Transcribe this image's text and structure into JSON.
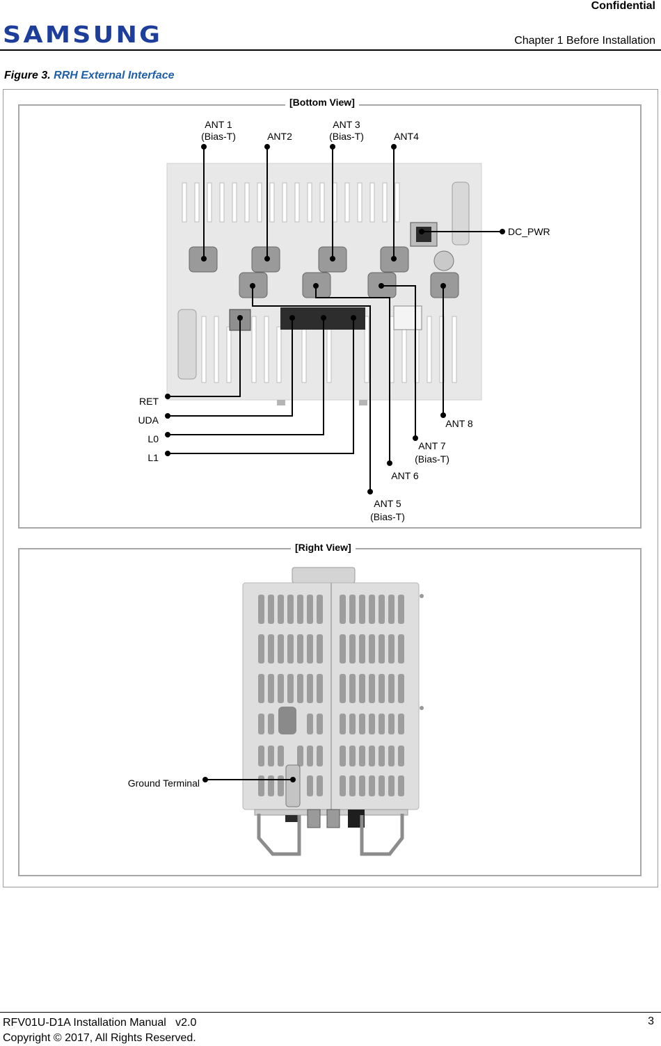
{
  "header": {
    "confidential": "Confidential",
    "logo": "SAMSUNG",
    "chapter": "Chapter 1 Before Installation"
  },
  "figure": {
    "number": "Figure 3.",
    "title": "RRH External Interface"
  },
  "bottom_view": {
    "title": "[Bottom View]",
    "labels": {
      "ant1": "ANT 1",
      "ant1_sub": "(Bias-T)",
      "ant2": "ANT2",
      "ant3": "ANT 3",
      "ant3_sub": "(Bias-T)",
      "ant4": "ANT4",
      "dc_pwr": "DC_PWR",
      "ret": "RET",
      "uda": "UDA",
      "l0": "L0",
      "l1": "L1",
      "ant8": "ANT 8",
      "ant7": "ANT 7",
      "ant7_sub": "(Bias-T)",
      "ant6": "ANT 6",
      "ant5": "ANT 5",
      "ant5_sub": "(Bias-T)"
    }
  },
  "right_view": {
    "title": "[Right View]",
    "labels": {
      "ground": "Ground Terminal"
    }
  },
  "footer": {
    "doc": "RFV01U-D1A Installation Manual   v2.0",
    "copyright": "Copyright © 2017, All Rights Reserved.",
    "page": "3"
  }
}
